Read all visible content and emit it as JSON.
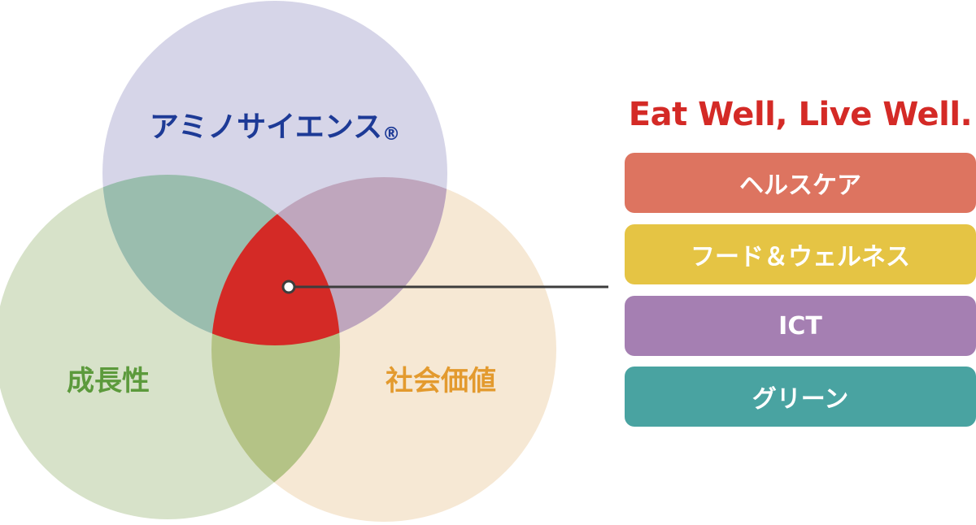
{
  "venn": {
    "circles": [
      {
        "key": "top",
        "label": "アミノサイエンス",
        "mark": "®",
        "fill": "#d6d5e8",
        "text_color": "#1d3a96"
      },
      {
        "key": "left",
        "label": "成長性",
        "mark": "",
        "fill": "#d7e2c9",
        "text_color": "#5c9a3c"
      },
      {
        "key": "right",
        "label": "社会価値",
        "mark": "",
        "fill": "#f6e8d4",
        "text_color": "#e39a2e"
      }
    ],
    "overlaps": {
      "top_left": "#9abdae",
      "top_right": "#bfa6bd",
      "left_right": "#b4c386",
      "center": "#d42a26"
    }
  },
  "connector": {
    "color": "#3d3d3d"
  },
  "tagline": {
    "text": "Eat Well, Live Well.",
    "color": "#d42a26"
  },
  "categories": [
    {
      "label": "ヘルスケア",
      "color": "#dd7460"
    },
    {
      "label": "フード＆ウェルネス",
      "color": "#e5c444"
    },
    {
      "label": "ICT",
      "color": "#a57fb2"
    },
    {
      "label": "グリーン",
      "color": "#49a3a1"
    }
  ]
}
